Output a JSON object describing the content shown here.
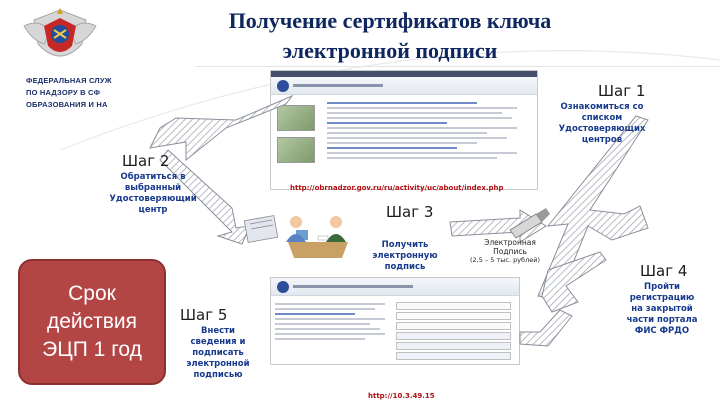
{
  "org": {
    "lines": [
      "ФЕДЕРАЛЬНАЯ СЛУЖ",
      "ПО НАДЗОРУ В СФ",
      "ОБРАЗОВАНИЯ И НА"
    ]
  },
  "title": {
    "line1": "Получение сертификатов ключа",
    "line2": "электронной подписи"
  },
  "steps": {
    "step1": {
      "title": "Шаг 1",
      "desc": [
        "Ознакомиться со",
        "списком",
        "Удостоверяющих",
        "центров"
      ]
    },
    "step2": {
      "title": "Шаг 2",
      "desc": [
        "Обратиться в",
        "выбранный",
        "Удостоверяющий",
        "центр"
      ]
    },
    "step3": {
      "title": "Шаг 3",
      "desc": [
        "Получить",
        "электронную",
        "подпись"
      ]
    },
    "step4": {
      "title": "Шаг 4",
      "desc": [
        "Пройти",
        "регистрацию",
        "на закрытой",
        "части портала",
        "ФИС ФРДО"
      ]
    },
    "step5": {
      "title": "Шаг 5",
      "desc": [
        "Внести",
        "сведения и",
        "подписать",
        "электронной",
        "подписью"
      ]
    }
  },
  "urls": {
    "top": "http://obrnadzor.gov.ru/ru/activity/uc/about/index.php",
    "bottom": "http://10.3.49.15"
  },
  "signature": {
    "label_line1": "Электронная",
    "label_line2": "Подпись",
    "price": "(2,5 – 5 тыс. рублей)"
  },
  "validity": {
    "text": "Срок действия ЭЦП 1 год"
  },
  "colors": {
    "title": "#0f2760",
    "step_desc": "#173a8c",
    "url": "#b21014",
    "validity_box": "#b44545"
  }
}
